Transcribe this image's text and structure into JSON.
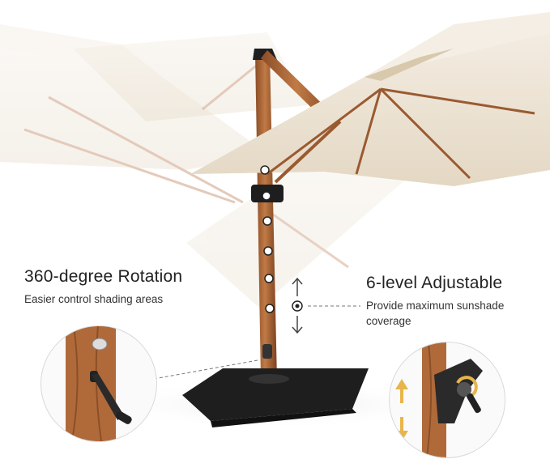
{
  "features": {
    "rotation": {
      "title": "360-degree Rotation",
      "subtitle": "Easier control shading areas"
    },
    "adjustable": {
      "title": "6-level Adjustable",
      "subtitle_line1": "Provide maximum sunshade",
      "subtitle_line2": "coverage"
    }
  },
  "colors": {
    "canopy": "#efe6d8",
    "canopy_shadow": "#d9cdb9",
    "wood": "#b26a3c",
    "wood_dark": "#7d4522",
    "base": "#1e1e1e",
    "accent_arrow": "#e8b54a"
  }
}
